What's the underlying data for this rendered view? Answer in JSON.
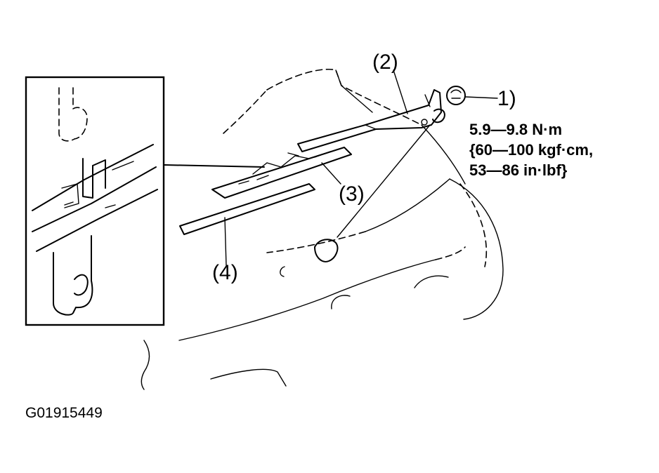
{
  "callouts": [
    {
      "number": "1",
      "part": "nut"
    },
    {
      "number": "2",
      "part": "wiper-arm"
    },
    {
      "number": "3",
      "part": "wiper-blade"
    },
    {
      "number": "4",
      "part": "wiper-blade-rubber"
    }
  ],
  "torque_spec": {
    "line1": "5.9—9.8 N·m",
    "line2": "{60—100 kgf·cm,",
    "line3": "53—86 in·lbf}"
  },
  "figure_id": "G01915449"
}
